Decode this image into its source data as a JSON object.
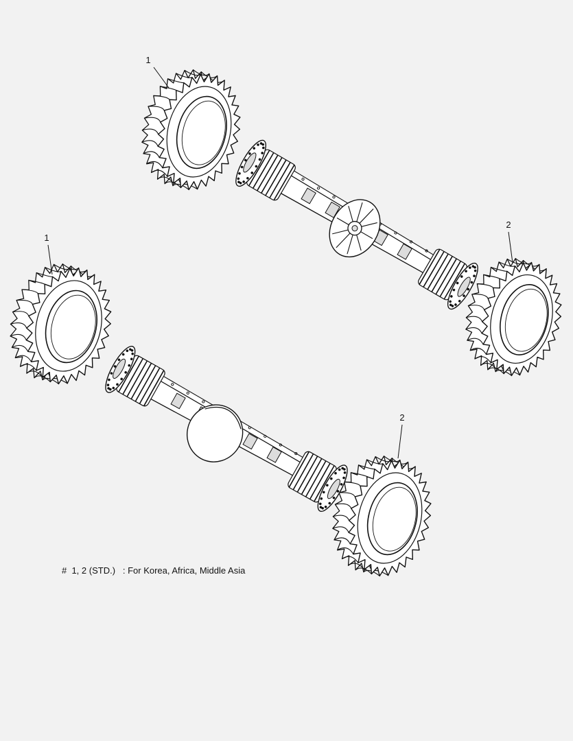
{
  "callouts": [
    {
      "id": "top-left-tire",
      "label": "1"
    },
    {
      "id": "mid-left-tire",
      "label": "1"
    },
    {
      "id": "mid-right-tire",
      "label": "2"
    },
    {
      "id": "bottom-right-tire",
      "label": "2"
    }
  ],
  "footnote": "#  1, 2 (STD.)   : For Korea, Africa, Middle Asia",
  "colors": {
    "background": "#f2f2f2",
    "line": "#111111",
    "fill": "#ffffff",
    "shade": "#dcdcdc"
  }
}
